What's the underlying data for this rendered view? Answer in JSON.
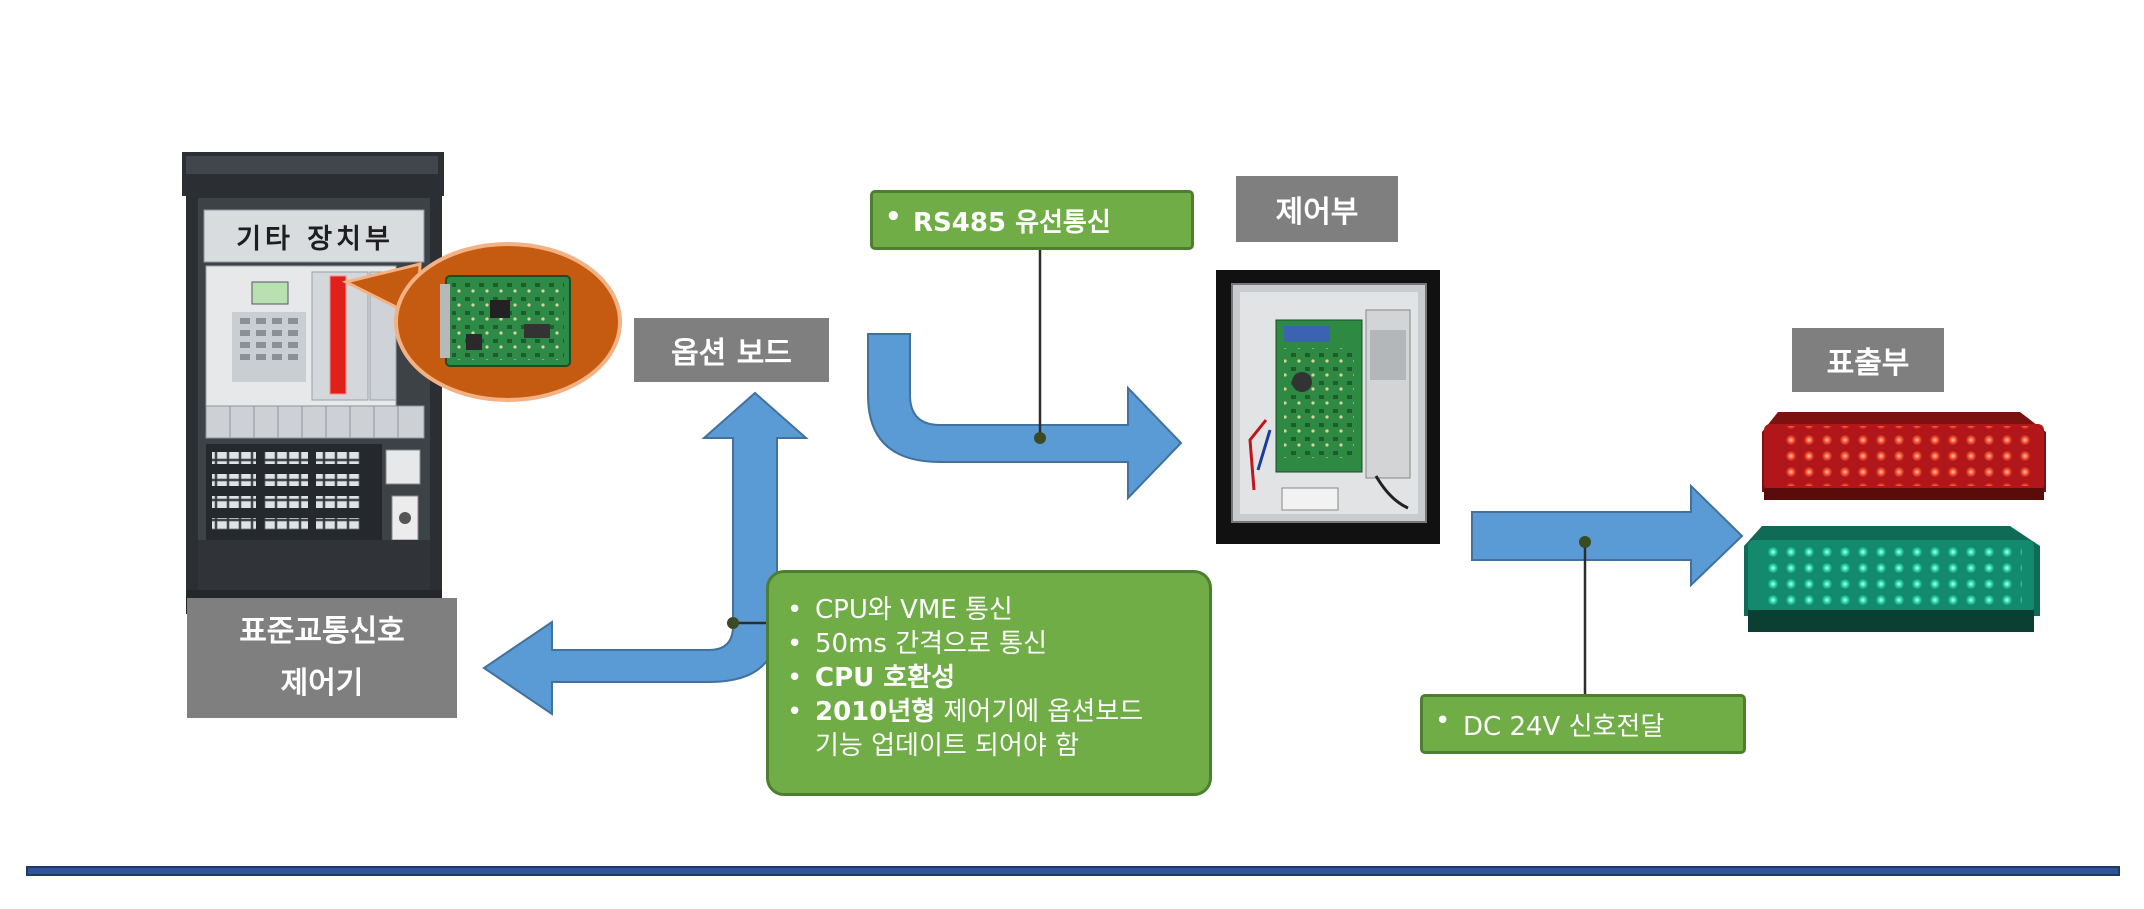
{
  "labels": {
    "cabinet_top": "기타 장치부",
    "controller_line1": "표준교통신호",
    "controller_line2": "제어기",
    "option_board": "옵션 보드",
    "control_unit": "제어부",
    "display_unit": "표출부"
  },
  "notes": {
    "rs485": "RS485 유선통신",
    "dc24v": "DC 24V 신호전달",
    "cpu_items": [
      {
        "prefix": "CPU와 VME 통신",
        "bold": "",
        "rest": ""
      },
      {
        "prefix": "50ms 간격으로 통신",
        "bold": "",
        "rest": ""
      },
      {
        "prefix": "",
        "bold": "CPU 호환성",
        "rest": ""
      },
      {
        "prefix": "",
        "bold": "2010년형",
        "rest": " 제어기에 옵션보드"
      }
    ],
    "cpu_item4_line2": "기능 업데이트 되어야 함"
  },
  "colors": {
    "arrow_fill": "#5b9bd5",
    "arrow_stroke": "#41719c",
    "note_fill": "#70ad47",
    "label_fill": "#7f7f7f",
    "highlight_red": "#e0201b",
    "callout_orange": "#c55a11",
    "signal_red": "#e0241e",
    "signal_green": "#1fc79b",
    "bottom_rule": "#2f5597"
  }
}
